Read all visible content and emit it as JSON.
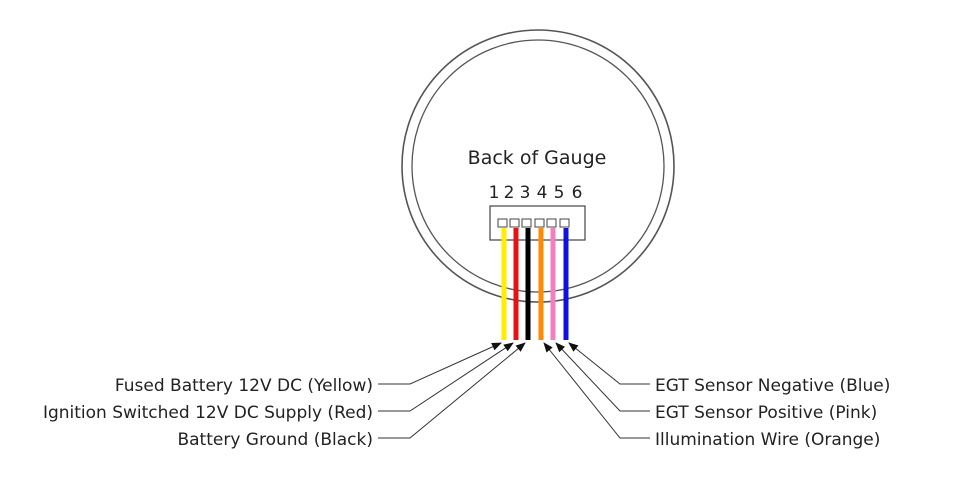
{
  "diagram": {
    "title": "Back of Gauge",
    "pins": [
      "1",
      "2",
      "3",
      "4",
      "5",
      "6"
    ],
    "wires": [
      {
        "pin": "1",
        "color": "#ffee00"
      },
      {
        "pin": "2",
        "color": "#e81010"
      },
      {
        "pin": "3",
        "color": "#000000"
      },
      {
        "pin": "4",
        "color": "#ff8a00"
      },
      {
        "pin": "5",
        "color": "#f27fbf"
      },
      {
        "pin": "6",
        "color": "#1010e0"
      }
    ],
    "left_labels": [
      {
        "pin": "1",
        "text": "Fused Battery 12V DC (Yellow)"
      },
      {
        "pin": "2",
        "text": "Ignition Switched 12V DC Supply (Red)"
      },
      {
        "pin": "3",
        "text": "Battery Ground (Black)"
      }
    ],
    "right_labels": [
      {
        "pin": "6",
        "text": "EGT Sensor Negative (Blue)"
      },
      {
        "pin": "5",
        "text": "EGT Sensor Positive (Pink)"
      },
      {
        "pin": "4",
        "text": "Illumination Wire (Orange)"
      }
    ]
  }
}
